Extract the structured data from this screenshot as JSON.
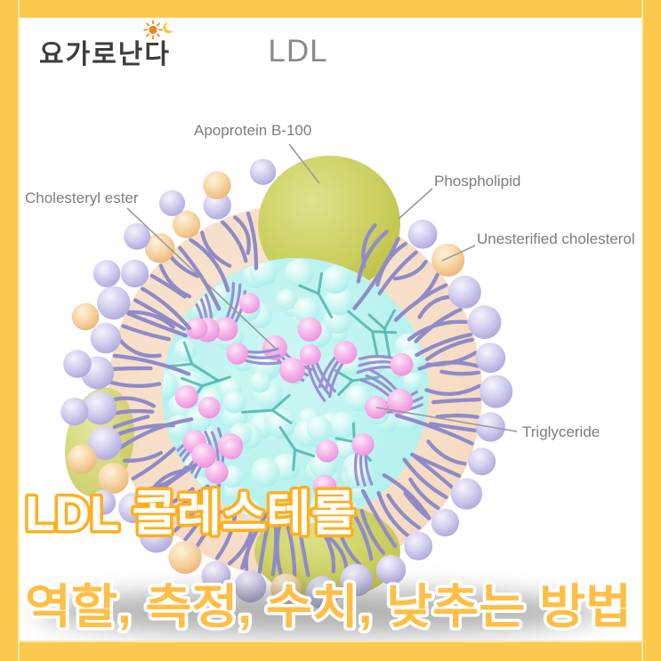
{
  "brand": {
    "logo_text": "요가로난다",
    "logo_icon": "sun-and-crescent"
  },
  "title": "LDL",
  "diagram": {
    "labels": [
      {
        "id": "apoprotein",
        "text": "Apoprotein B-100"
      },
      {
        "id": "cholesteryl-ester",
        "text": "Cholesteryl ester"
      },
      {
        "id": "phospholipid",
        "text": "Phospholipid"
      },
      {
        "id": "unesterified-cholesterol",
        "text": "Unesterified cholesterol"
      },
      {
        "id": "triglyceride",
        "text": "Triglyceride"
      }
    ]
  },
  "overlay": {
    "line1": "LDL 콜레스테롤",
    "line2": "역할, 측정, 수치, 낮추는 방법"
  },
  "palette": {
    "frame_yellow": "#FCC94E",
    "frame_inner_cream": "#FBE8AB",
    "title_gray": "#8A8A8A",
    "logo_charcoal": "#3D3D3D",
    "label_gray": "#7D7D7D",
    "leader_gray": "#9A9A9A",
    "band_peach": "#F6DCC5",
    "core_cyan": "#B7F2EF",
    "sphere_cyan_light": "#E9FDFB",
    "sphere_pink": "#F19FE0",
    "sphere_lavender": "#B3AEDE",
    "sphere_orange": "#EDB87E",
    "blob_olive": "#CBCF5D",
    "tail_purple": "#8F8BC9",
    "triglyceride_teal": "#4FB4AA",
    "headline_stroke_orange": "#FFAF1E",
    "headline_fill_orange": "#FFBE45",
    "headline_white": "#FFFFFF"
  }
}
